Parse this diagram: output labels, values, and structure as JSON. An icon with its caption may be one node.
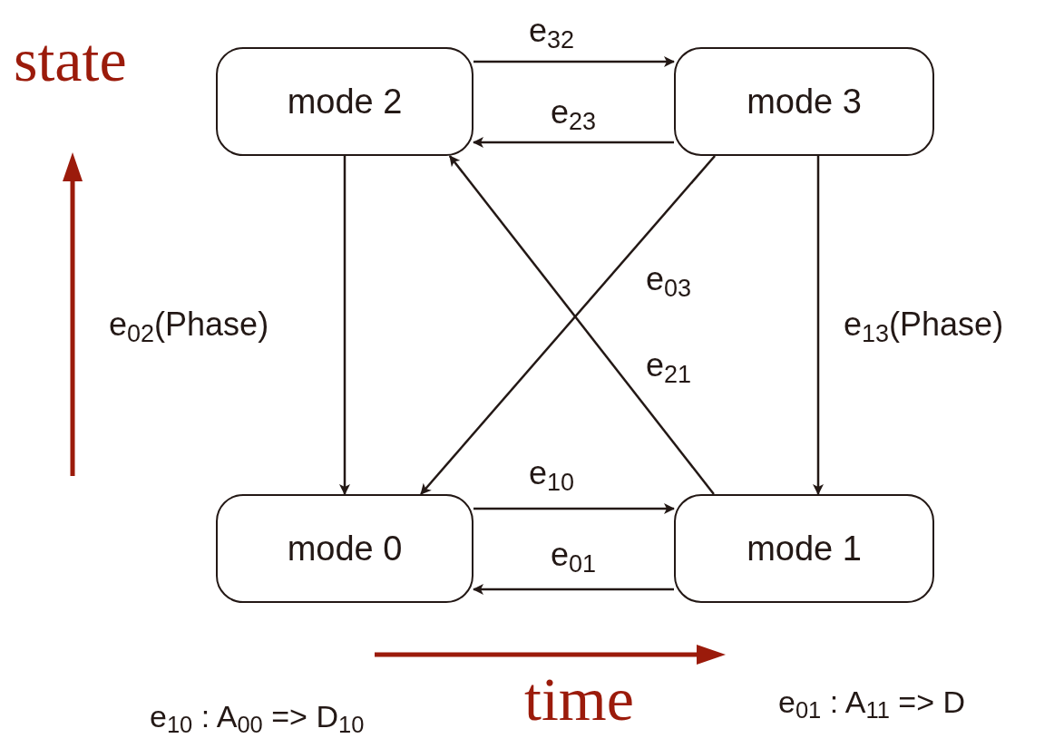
{
  "diagram": {
    "nodes": [
      {
        "text": [
          "mode 2"
        ]
      },
      {
        "text": [
          "mode 3"
        ]
      },
      {
        "text": [
          "mode 0"
        ]
      },
      {
        "text": [
          "mode 1"
        ]
      }
    ],
    "edges": [
      {
        "from": 0,
        "to": 1,
        "arrow": "to",
        "label": "e$_{32}$"
      },
      {
        "from": 1,
        "to": 0,
        "arrow": "to",
        "label": "e$_{23}$"
      },
      {
        "from": 0,
        "to": 2,
        "arrow": "to",
        "label": "e$_{02}$(Phase)"
      },
      {
        "from": 1,
        "to": 3,
        "arrow": "to",
        "label": "e$_{13}$(Phase)"
      },
      {
        "from": 1,
        "to": 2,
        "arrow": "to",
        "label": "e$_{03}$"
      },
      {
        "from": 3,
        "to": 0,
        "arrow": "to",
        "label": "e$_{21}$"
      },
      {
        "from": 2,
        "to": 3,
        "arrow": "to",
        "label": "e$_{10}$"
      },
      {
        "from": 3,
        "to": 2,
        "arrow": "to",
        "label": "e$_{01}$"
      }
    ],
    "labels": [
      "state",
      "time",
      "e$_{10}$ : A$_{00}$ => D$_{10}$",
      "e$_{01}$ : A$_{11}$ => D"
    ]
  }
}
